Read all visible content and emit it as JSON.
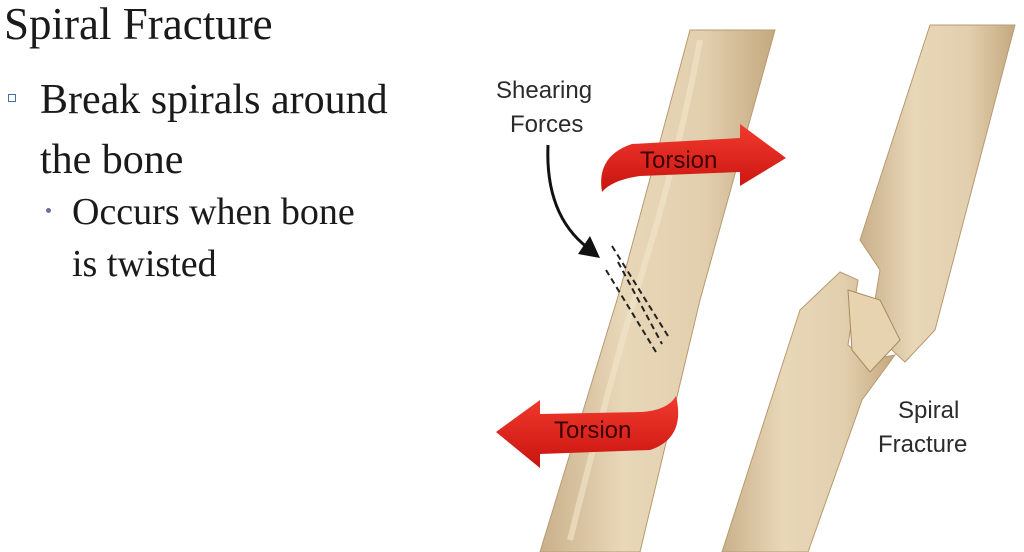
{
  "slide": {
    "title": "Spiral Fracture",
    "bullet": "Break spirals around the bone",
    "sub_bullet": "Occurs when bone is twisted"
  },
  "illustration": {
    "label_shearing_line1": "Shearing",
    "label_shearing_line2": "Forces",
    "arrow_top_label": "Torsion",
    "arrow_bottom_label": "Torsion",
    "label_spiral_line1": "Spiral",
    "label_spiral_line2": "Fracture",
    "colors": {
      "bone": "#e2cfae",
      "bone_shadow": "#c9b08a",
      "torsion_arrow": "#e8201e"
    }
  }
}
